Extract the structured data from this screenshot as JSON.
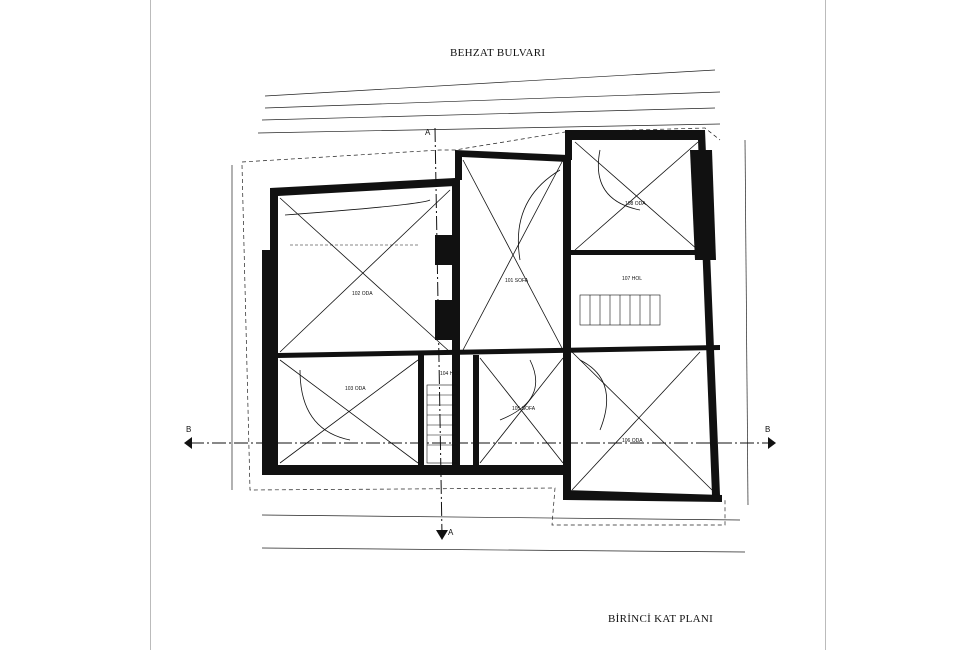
{
  "street_label": "BEHZAT BULVARI",
  "plan_title": "BİRİNCİ  KAT PLANI",
  "section_markers": {
    "b_left": "B",
    "b_right": "B",
    "a_top": "A",
    "a_bottom": "A"
  },
  "rooms": [
    {
      "label": "102 ODA"
    },
    {
      "label": "101 SOFA"
    },
    {
      "label": "108 ODA"
    },
    {
      "label": "107 HOL"
    },
    {
      "label": "103 ODA"
    },
    {
      "label": "104 HOL"
    },
    {
      "label": "105 SOFA"
    },
    {
      "label": "106 ODA"
    }
  ]
}
